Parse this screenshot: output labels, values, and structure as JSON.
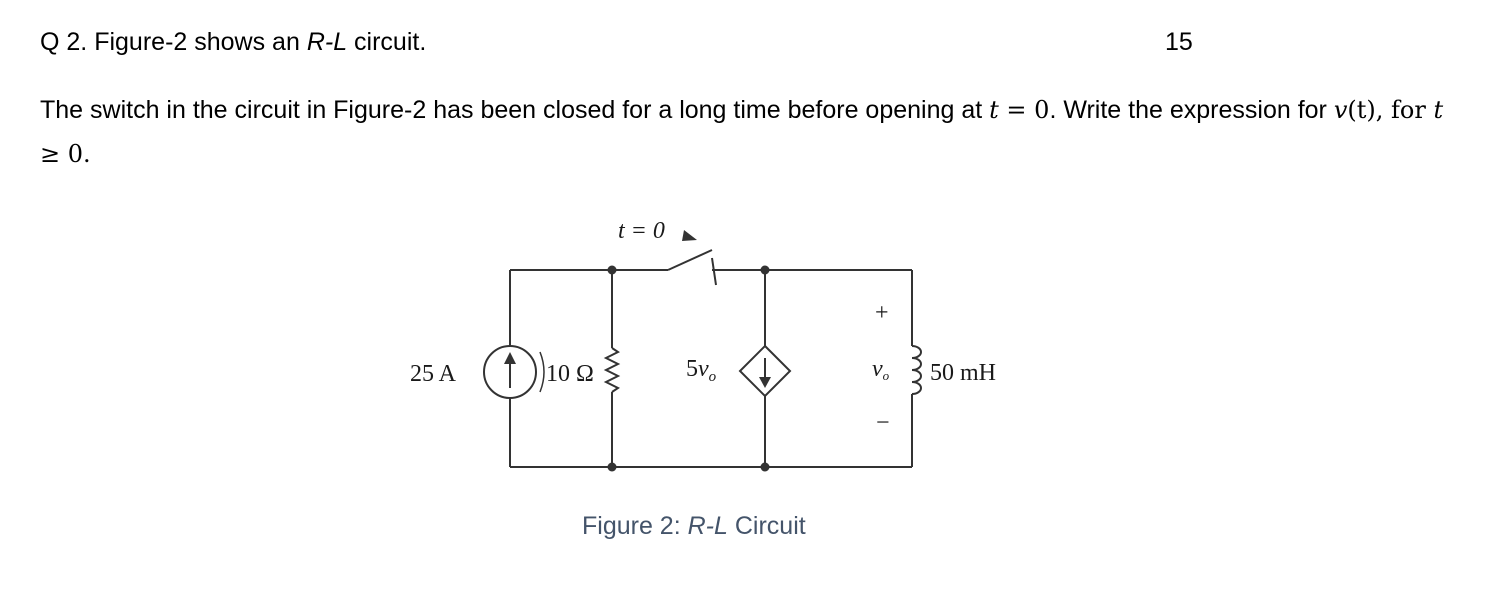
{
  "question": {
    "number": "Q 2.",
    "title_prefix": "Figure-2 shows an ",
    "title_italic": "R-L",
    "title_suffix": " circuit.",
    "marks": "15"
  },
  "body": {
    "text1": "The switch in the circuit in Figure-2 has been closed for a long time before opening at ",
    "math_t": "t",
    "math_eq": " = 0",
    "text2": ". Write the expression for ",
    "math_v": "v",
    "math_vt": "(t)",
    "text3": ", for ",
    "math_cond_t": "t",
    "math_cond": " ≥ 0."
  },
  "circuit": {
    "switch_label": "t = 0",
    "source_label": "25 A",
    "resistor_label": "10 Ω",
    "dependent_label_coef": "5",
    "dependent_label_var": "v",
    "dependent_label_sub": "o",
    "voltage_plus": "+",
    "voltage_minus": "−",
    "voltage_var": "v",
    "voltage_sub": "o",
    "inductor_label": "50 mH"
  },
  "caption": {
    "prefix": "Figure 2: ",
    "italic": "R-L",
    "suffix": " Circuit"
  }
}
